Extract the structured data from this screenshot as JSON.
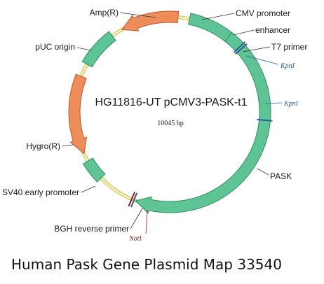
{
  "map": {
    "title": "HG11816-UT pCMV3-PASK-t1",
    "size": "10045 bp",
    "colors": {
      "backbone": "#f4f1b6",
      "backbone_edge": "#cbbf55",
      "green": "#5fc495",
      "green_edge": "#2f8f62",
      "orange": "#ee8c5a",
      "orange_edge": "#b75a2b",
      "site_blue": "#2e5d9a",
      "site_red": "#8a1c1c"
    }
  },
  "features": {
    "amp": "Amp(R)",
    "cmv": "CMV promoter",
    "enhancer": "enhancer",
    "t7": "T7 primer",
    "puc": "pUC origin",
    "hygro": "Hygro(R)",
    "sv40": "SV40 early promoter",
    "bgh": "BGH reverse primer",
    "pask": "PASK"
  },
  "sites": {
    "kpn1_a": "KpnI",
    "kpn1_b": "KpnI",
    "not1": "NotI"
  },
  "caption": "Human Pask Gene Plasmid Map 33540"
}
